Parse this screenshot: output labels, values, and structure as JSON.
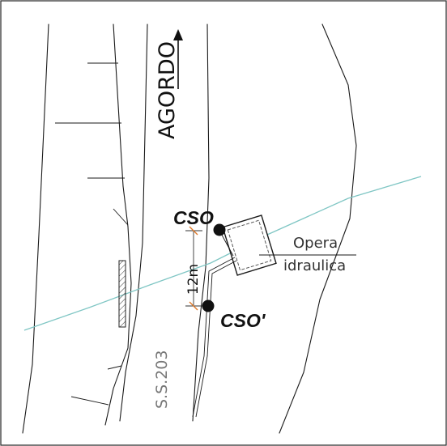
{
  "map": {
    "direction_label": "AGORDO",
    "road_label": "S.S.203",
    "distance_label": "12m",
    "station_a_label": "CSO",
    "station_b_label": "CSO'",
    "structure_label_line1": "Opera",
    "structure_label_line2": "idraulica",
    "colors": {
      "lines": "#1a1a1a",
      "watercourse": "#7fc6c4",
      "road_label": "#777777",
      "station_marker": "#111111",
      "dimension_ticks": "#e07a2a"
    },
    "icons": {
      "direction": "north-arrow-icon",
      "station": "dot-marker-icon"
    }
  }
}
